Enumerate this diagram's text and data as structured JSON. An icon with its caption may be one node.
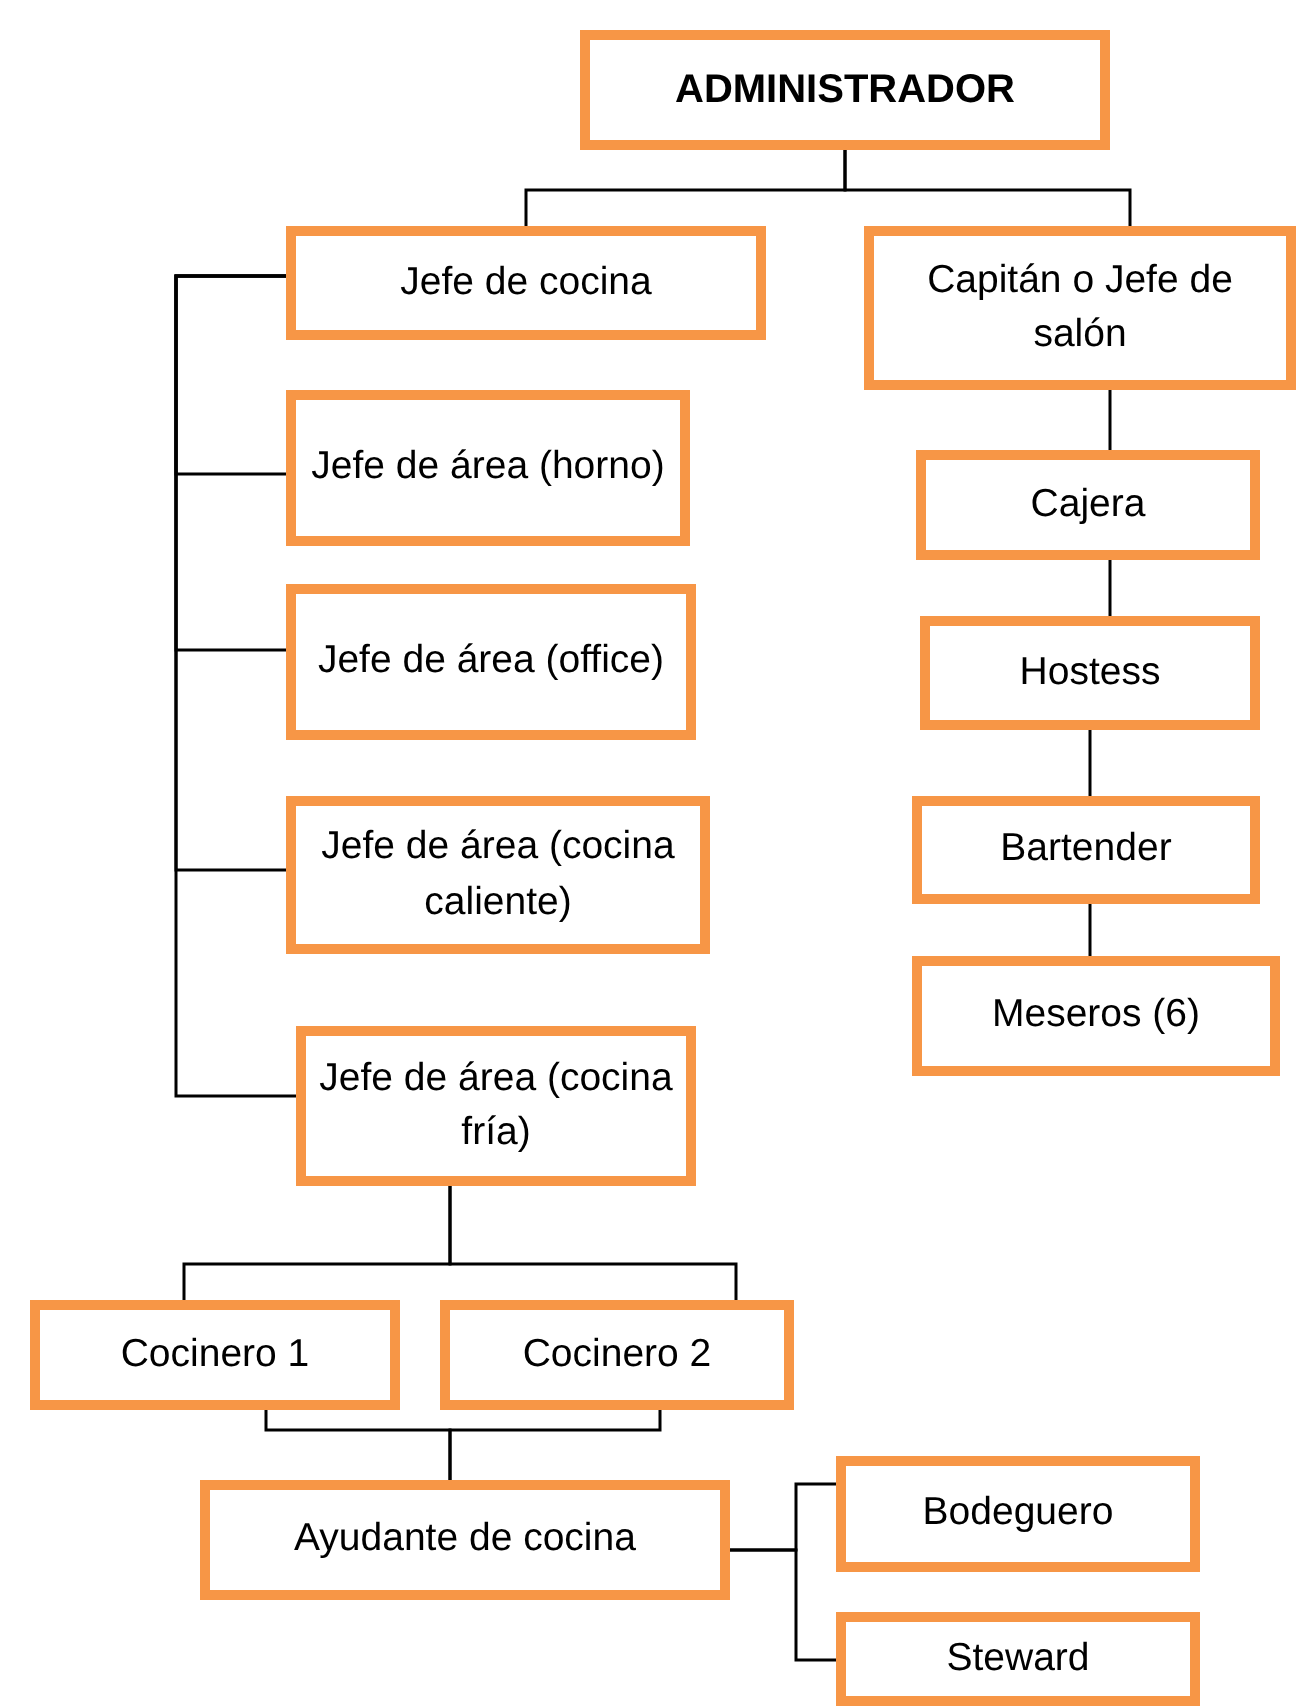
{
  "diagram": {
    "nodes": [
      {
        "text": [
          "ADMINISTRADOR"
        ]
      },
      {
        "text": [
          "Jefe de cocina"
        ]
      },
      {
        "text": [
          "Capitán o Jefe de salón"
        ]
      },
      {
        "text": [
          "Jefe de área (horno)"
        ]
      },
      {
        "text": [
          "Jefe de área (office)"
        ]
      },
      {
        "text": [
          "Jefe de área (cocina caliente)"
        ]
      },
      {
        "text": [
          "Cajera"
        ]
      },
      {
        "text": [
          "Hostess"
        ]
      },
      {
        "text": [
          "Bartender"
        ]
      },
      {
        "text": [
          "Meseros (6)"
        ]
      },
      {
        "text": [
          "Jefe de área (cocina fría)"
        ]
      },
      {
        "text": [
          "Cocinero 1"
        ]
      },
      {
        "text": [
          "Cocinero 2"
        ]
      },
      {
        "text": [
          "Ayudante de cocina"
        ]
      },
      {
        "text": [
          "Bodeguero"
        ]
      },
      {
        "text": [
          "Steward"
        ]
      }
    ],
    "edges": [
      {
        "from": 0,
        "to": 1,
        "arrow": "none"
      },
      {
        "from": 0,
        "to": 2,
        "arrow": "none"
      },
      {
        "from": 1,
        "to": 3,
        "arrow": "none"
      },
      {
        "from": 1,
        "to": 4,
        "arrow": "none"
      },
      {
        "from": 1,
        "to": 5,
        "arrow": "none"
      },
      {
        "from": 1,
        "to": 10,
        "arrow": "none"
      },
      {
        "from": 2,
        "to": 6,
        "arrow": "none"
      },
      {
        "from": 6,
        "to": 7,
        "arrow": "none"
      },
      {
        "from": 7,
        "to": 8,
        "arrow": "none"
      },
      {
        "from": 8,
        "to": 9,
        "arrow": "none"
      },
      {
        "from": 10,
        "to": 11,
        "arrow": "none"
      },
      {
        "from": 10,
        "to": 12,
        "arrow": "none"
      },
      {
        "from": 11,
        "to": 13,
        "arrow": "none"
      },
      {
        "from": 12,
        "to": 13,
        "arrow": "none"
      },
      {
        "from": 13,
        "to": 14,
        "arrow": "none"
      },
      {
        "from": 13,
        "to": 15,
        "arrow": "none"
      }
    ]
  }
}
